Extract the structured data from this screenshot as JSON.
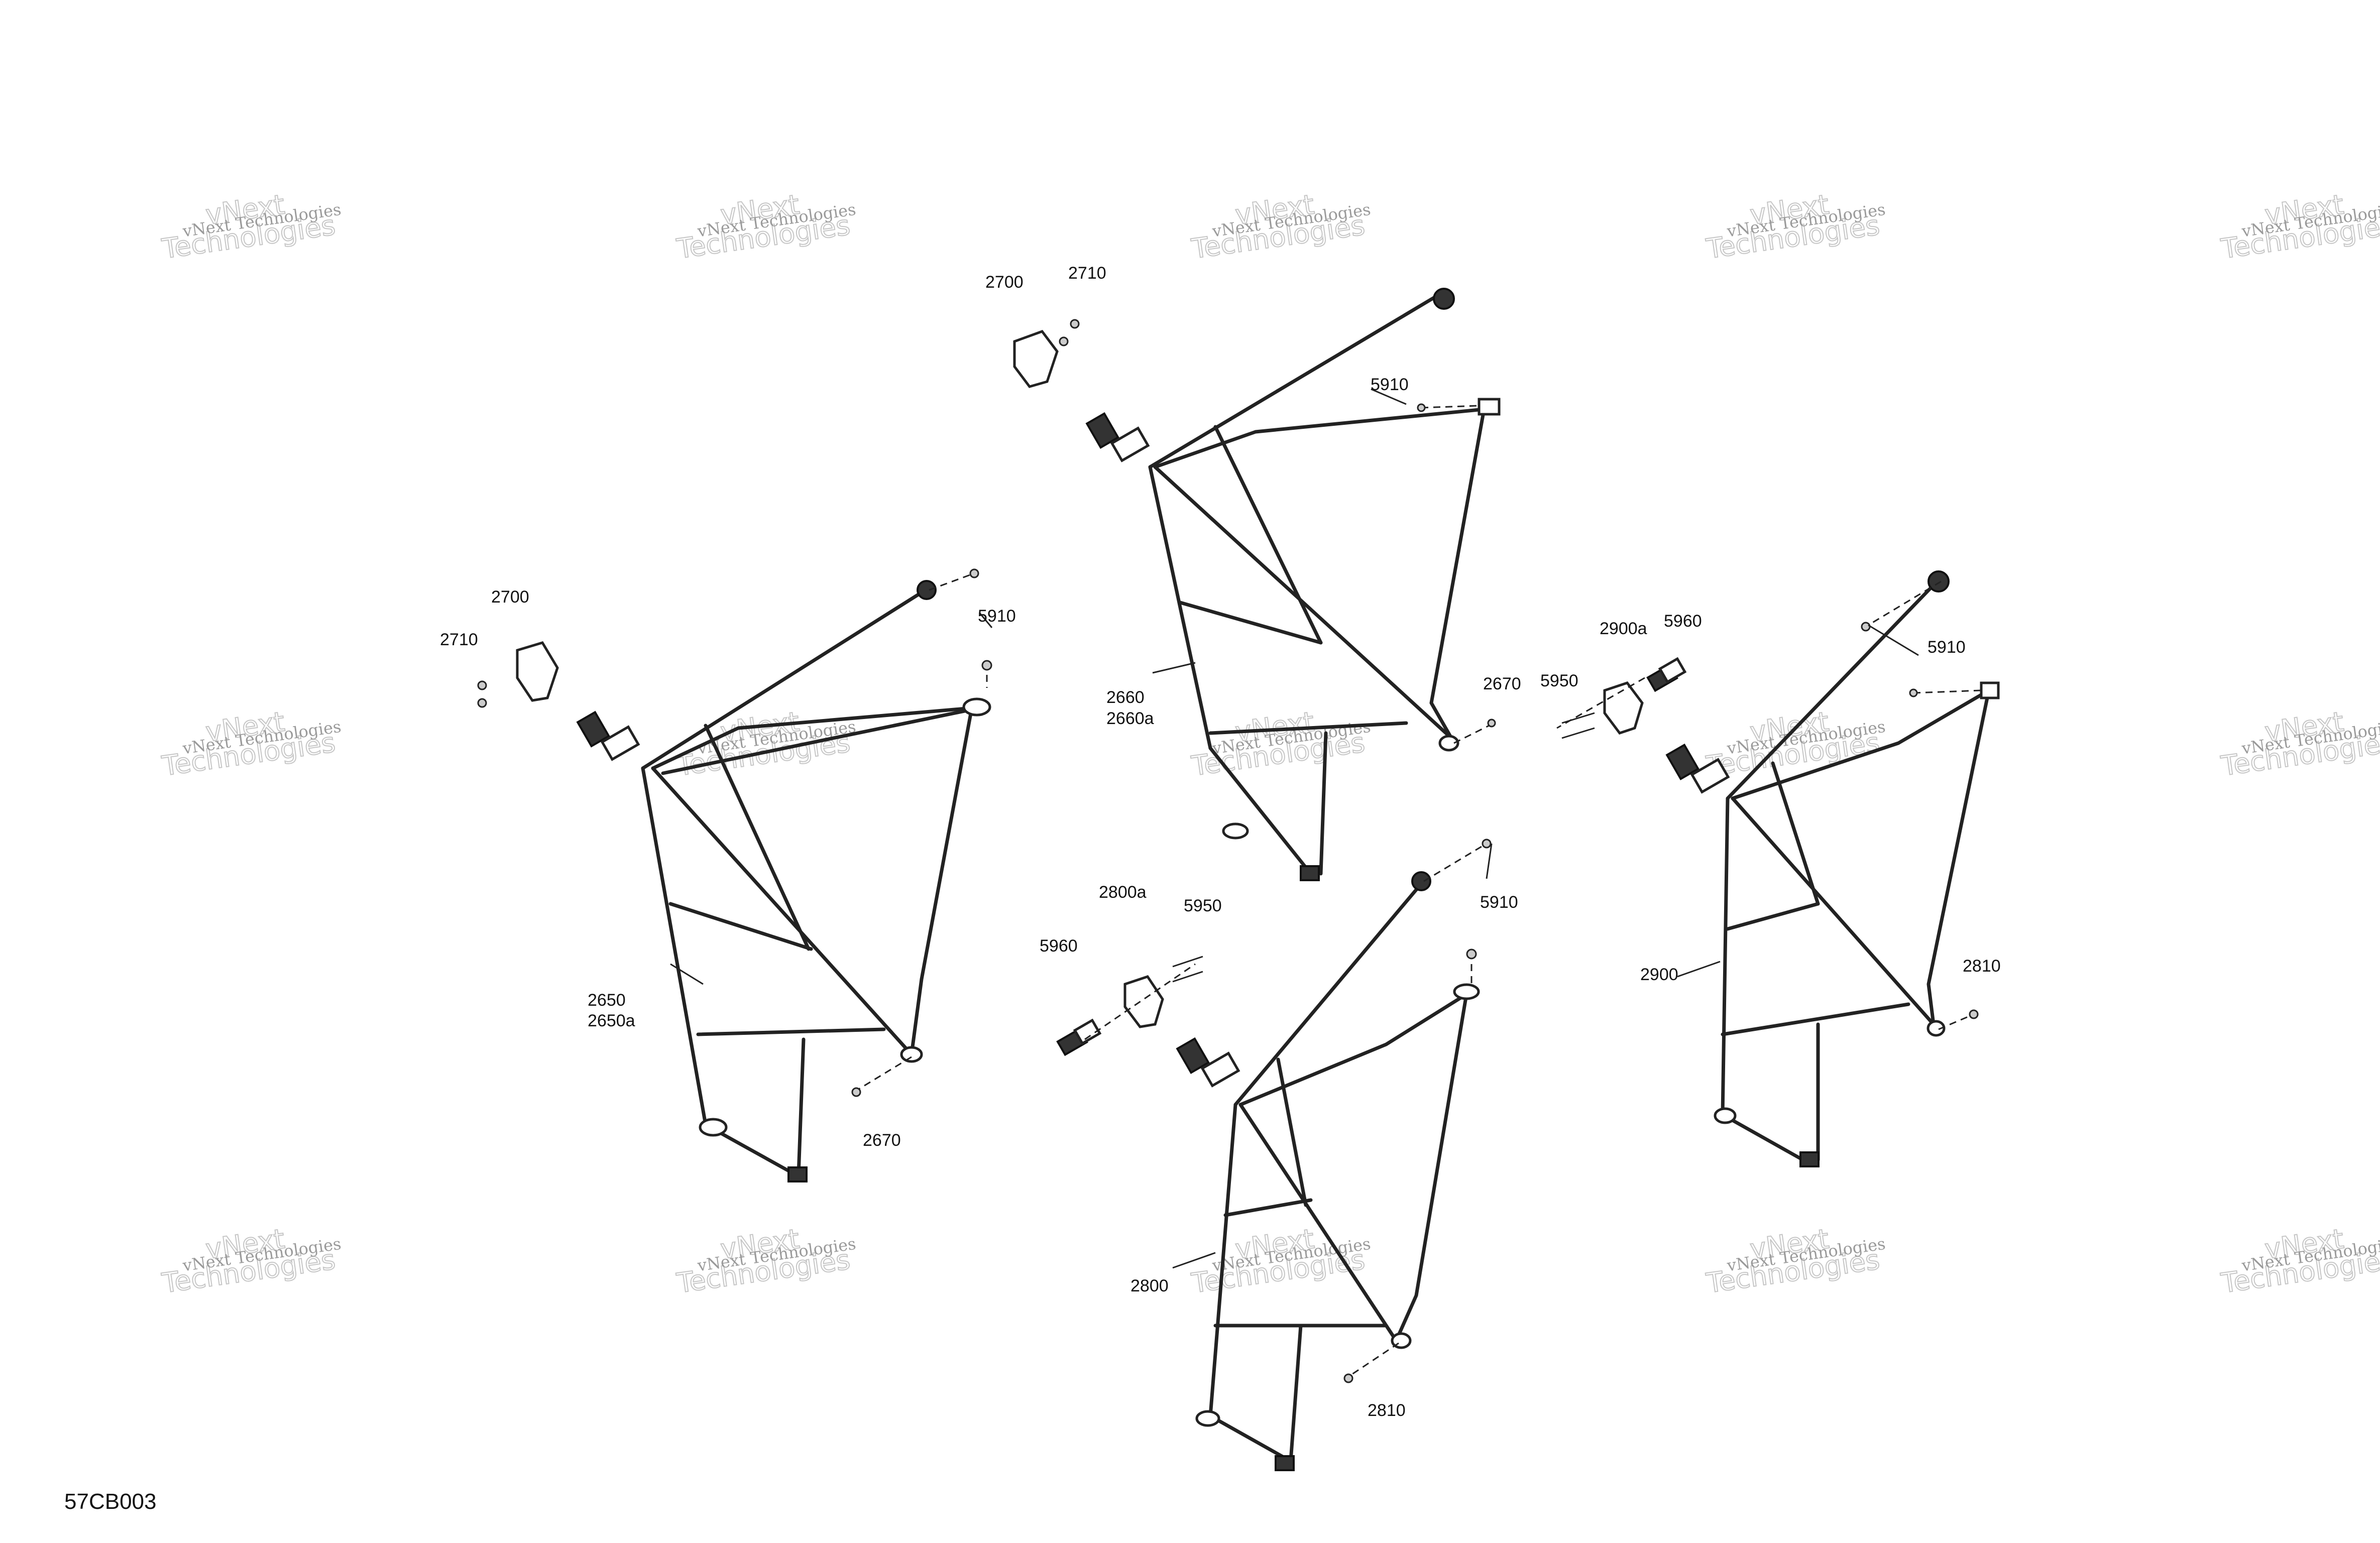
{
  "figure_id": "57CB003",
  "watermark": {
    "line1": "vNext Technologies",
    "line2": "vNext",
    "line3": "Technologies"
  },
  "callouts": {
    "c2700_top": "2700",
    "c2710_top": "2710",
    "c2700_left": "2700",
    "c2710_left": "2710",
    "c5910_a": "5910",
    "c5910_b": "5910",
    "c5910_c": "5910",
    "c5910_d": "5910",
    "c2660": "2660",
    "c2660a": "2660a",
    "c2670_a": "2670",
    "c2670_b": "2670",
    "c2650": "2650",
    "c2650a": "2650a",
    "c2900a": "2900a",
    "c5960_a": "5960",
    "c5950_a": "5950",
    "c2900": "2900",
    "c2810_a": "2810",
    "c2800a": "2800a",
    "c5950_b": "5950",
    "c5960_b": "5960",
    "c2800": "2800",
    "c2810_b": "2810"
  }
}
